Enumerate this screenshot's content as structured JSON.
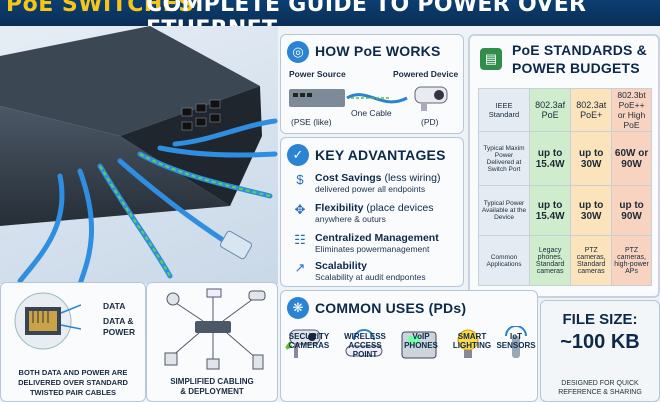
{
  "title": {
    "part1": "PoE SWITCHES:",
    "part2": "COMPLETE GUIDE TO POWER OVER ETHERNET"
  },
  "how": {
    "heading": "HOW PoE WORKS",
    "power_source": "Power Source",
    "powered_device": "Powered Device",
    "one_cable": "One Cable",
    "pse": "(PSE (like)",
    "pd": "(PD)"
  },
  "advantages": {
    "heading": "KEY ADVANTAGES",
    "items": [
      {
        "title": "Cost Savings",
        "suffix": " (less wiring)",
        "desc": "delivered power all endpoints",
        "icon": "dollar-icon"
      },
      {
        "title": "Flexibility",
        "suffix": " (place devices",
        "desc": "anywhere & outurs",
        "icon": "move-arrows-icon"
      },
      {
        "title": "Centralized Management",
        "suffix": "",
        "desc": "Eliminates powermanagement",
        "icon": "hierarchy-icon"
      },
      {
        "title": "Scalability",
        "suffix": "",
        "desc": "Scalability at audit endpontes",
        "icon": "scale-up-icon"
      }
    ]
  },
  "standards": {
    "heading": "PoE STANDARDS &",
    "heading2": "POWER BUDGETS",
    "header_row": [
      "IEEE Standard",
      "802.3af PoE",
      "802.3at PoE+",
      "802.3bt PoE++ or High PoE"
    ],
    "rows": [
      [
        "Typical Maxim Power Delivered at Switch Port",
        "up to 15.4W",
        "up to 30W",
        "60W or 90W"
      ],
      [
        "Typical Power Available at the Device",
        "up to 15.4W",
        "up to 30W",
        "up to 90W"
      ],
      [
        "Common Applications",
        "Legacy phones, Standard cameras",
        "PTZ cameras, Standard cameras",
        "PTZ cameras, high-power APs"
      ]
    ]
  },
  "uses": {
    "heading": "COMMON USES (PDs)",
    "items": [
      "SECURITY CAMERAS",
      "WIRELESS ACCESS POINT",
      "VoIP PHONES",
      "SMART LIGHTING",
      "IoT SENSORS"
    ]
  },
  "file": {
    "label": "FILE SIZE:",
    "value": "~100 KB",
    "note": "DESIGNED FOR QUICK REFERENCE & SHARING"
  },
  "bottom_left": {
    "data": "DATA",
    "data_power1": "DATA &",
    "data_power2": "POWER",
    "caption1": "BOTH DATA AND POWER ARE",
    "caption2": "DELIVERED OVER STANDARD",
    "caption3": "TWISTED PAIR CABLES"
  },
  "bottom_mid": {
    "caption1": "SIMPLIFIED CABLING",
    "caption2": "& DEPLOYMENT"
  },
  "colors": {
    "accent": "#2a83d3",
    "title_bg": "#0c3f72",
    "title_gold": "#f5c518",
    "bolt": "#5bbf2a"
  }
}
